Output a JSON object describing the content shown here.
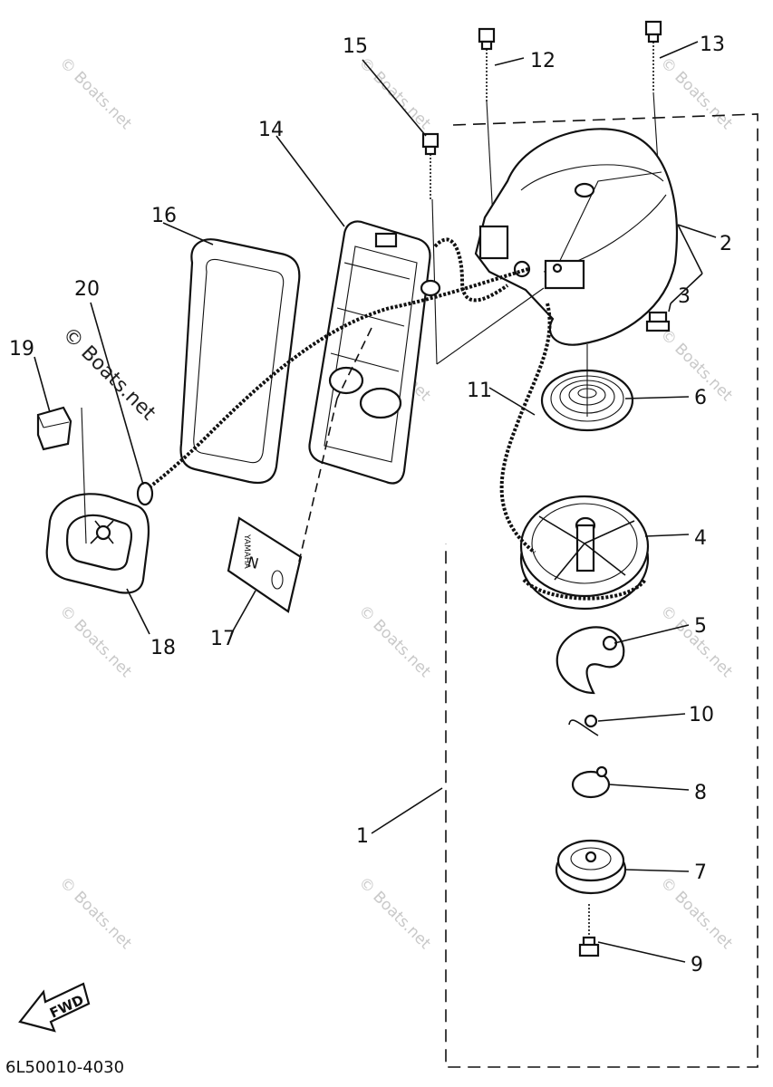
{
  "diagram": {
    "part_code": "6L50010-4030",
    "fwd_label": "FWD",
    "watermark_text": "© Boats.net",
    "callouts": [
      "1",
      "2",
      "3",
      "4",
      "5",
      "6",
      "7",
      "8",
      "9",
      "10",
      "11",
      "12",
      "13",
      "14",
      "15",
      "16",
      "17",
      "18",
      "19",
      "20"
    ],
    "decal_text": [
      "YAMAHA",
      "N"
    ]
  }
}
